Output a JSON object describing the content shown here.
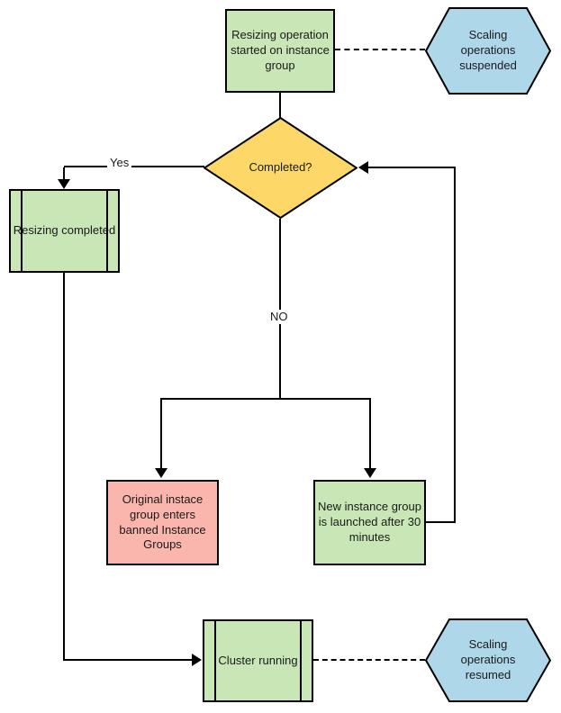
{
  "colors": {
    "green": "#c9e7b6",
    "blue": "#aed7ea",
    "yellow": "#fdd868",
    "red": "#fab5ad",
    "stroke": "#000000"
  },
  "nodes": {
    "start": {
      "label": "Resizing operation started on instance group",
      "shape": "process"
    },
    "suspended": {
      "label": "Scaling operations suspended",
      "shape": "hexagon"
    },
    "decision": {
      "label": "Completed?",
      "shape": "decision"
    },
    "resizing_completed": {
      "label": "Resizing completed",
      "shape": "predefined-process"
    },
    "banned_group": {
      "label": "Original instace group enters banned Instance Groups",
      "shape": "process"
    },
    "new_group": {
      "label": "New instance group is launched after 30 minutes",
      "shape": "process"
    },
    "cluster_running": {
      "label": "Cluster running",
      "shape": "predefined-process"
    },
    "resumed": {
      "label": "Scaling operations resumed",
      "shape": "hexagon"
    }
  },
  "edge_labels": {
    "yes": "Yes",
    "no": "NO"
  },
  "edges": [
    {
      "from": "start",
      "to": "suspended",
      "style": "dashed"
    },
    {
      "from": "start",
      "to": "decision",
      "style": "solid"
    },
    {
      "from": "decision",
      "to": "resizing_completed",
      "label": "Yes",
      "style": "solid"
    },
    {
      "from": "decision",
      "to": "banned_group",
      "label": "NO",
      "style": "solid"
    },
    {
      "from": "decision",
      "to": "new_group",
      "label": "NO",
      "style": "solid"
    },
    {
      "from": "new_group",
      "to": "decision",
      "style": "solid"
    },
    {
      "from": "resizing_completed",
      "to": "cluster_running",
      "style": "solid"
    },
    {
      "from": "cluster_running",
      "to": "resumed",
      "style": "dashed"
    }
  ]
}
